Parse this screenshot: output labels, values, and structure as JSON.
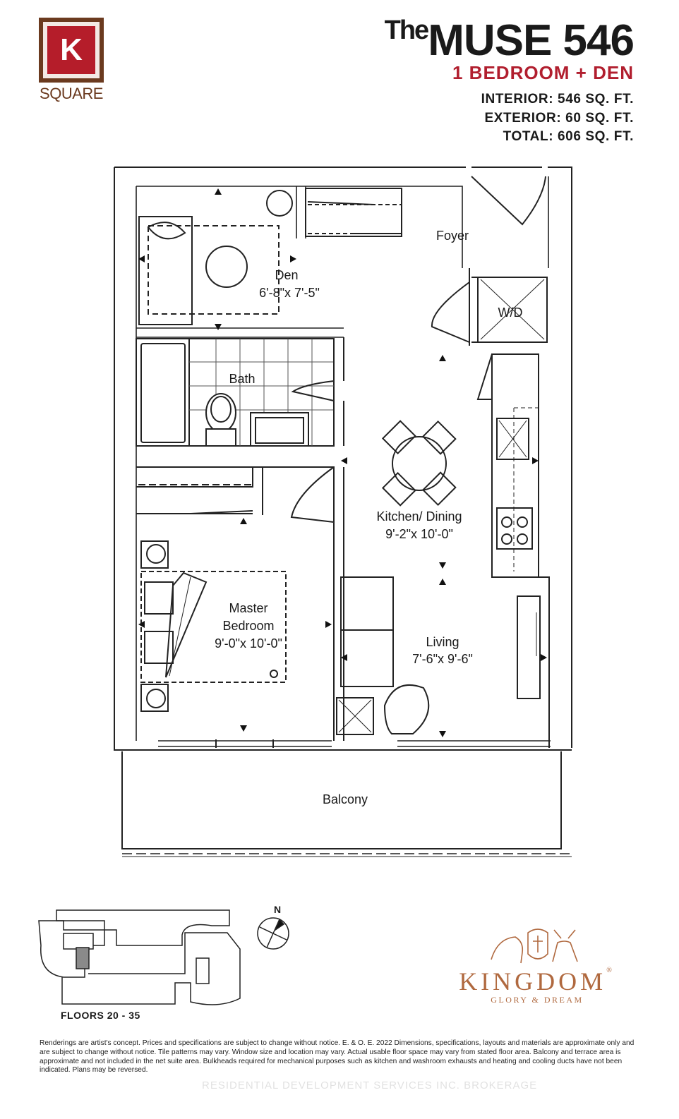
{
  "logo": {
    "letter": "K",
    "word": "SQUARE",
    "colors": {
      "frame": "#6b3a1f",
      "letter_bg": "#b51d2a"
    }
  },
  "header": {
    "title_prefix": "The",
    "title_main": "MUSE 546",
    "subtitle": "1 BEDROOM + DEN",
    "interior": "INTERIOR: 546 SQ. FT.",
    "exterior": "EXTERIOR: 60 SQ. FT.",
    "total": "TOTAL: 606 SQ. FT.",
    "accent_color": "#b11e2e"
  },
  "rooms": {
    "foyer": {
      "name": "Foyer"
    },
    "den": {
      "name": "Den",
      "size": "6'-8\"x 7'-5\""
    },
    "wd": {
      "name": "W/D"
    },
    "bath": {
      "name": "Bath"
    },
    "kitchen": {
      "name": "Kitchen/ Dining",
      "size": "9'-2\"x 10'-0\""
    },
    "master": {
      "name": "Master",
      "name2": "Bedroom",
      "size": "9'-0\"x 10'-0\""
    },
    "living": {
      "name": "Living",
      "size": "7'-6\"x 9'-6\""
    },
    "balcony": {
      "name": "Balcony"
    }
  },
  "keyplan": {
    "floors": "FLOORS 20 - 35",
    "north": "N"
  },
  "brand": {
    "name": "KINGDOM",
    "tagline": "GLORY & DREAM",
    "color": "#b0693f"
  },
  "disclaimer": "Renderings are artist's concept. Prices and specifications are subject to change without notice. E. & O. E. 2022 Dimensions, specifications, layouts and materials are approximate only and are subject to change without notice. Tile patterns may vary. Window size and location may vary. Actual usable floor space may vary from stated floor area. Balcony and terrace area is approximate and not included in the net suite area. Bulkheads required for mechanical purposes such as kitchen and washroom exhausts and heating and cooling ducts have not been indicated. Plans may be reversed.",
  "watermark": "RESIDENTIAL DEVELOPMENT SERVICES INC. BROKERAGE"
}
